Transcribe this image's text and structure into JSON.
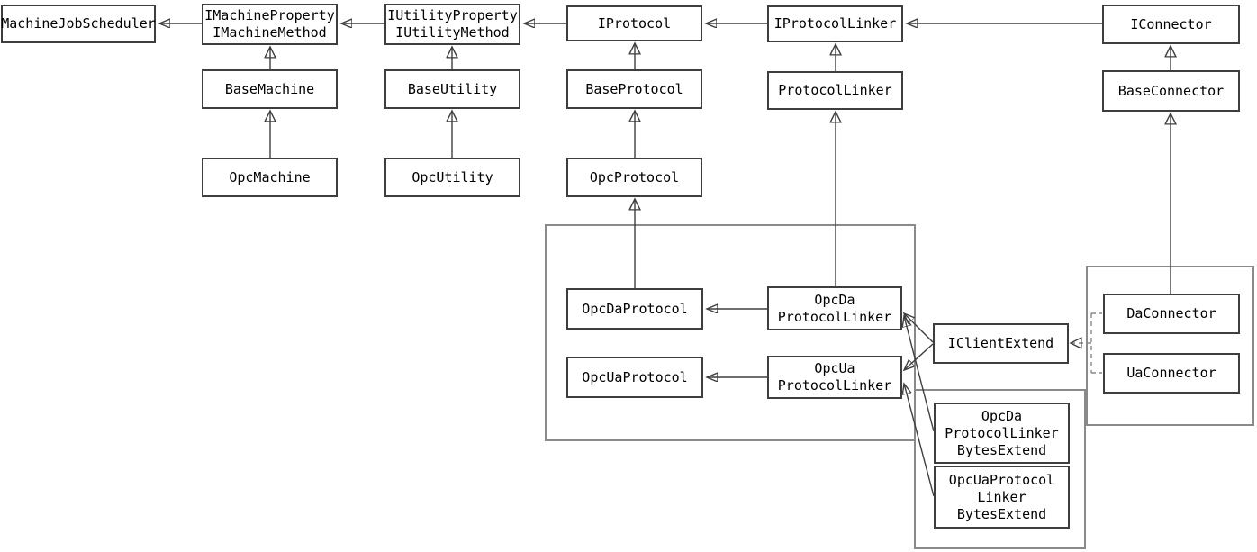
{
  "diagram": {
    "type": "uml-class-diagram",
    "background": "#ffffff",
    "colors": {
      "box_border": "#3e3e3e",
      "group_border": "#8a8a8a",
      "line": "#3f3f3f",
      "arrow_fill": "#111111",
      "text": "#000000"
    },
    "nodes": {
      "machine_job_scheduler": {
        "label": "MachineJobScheduler"
      },
      "i_machine": {
        "label": "IMachineProperty\nIMachineMethod"
      },
      "base_machine": {
        "label": "BaseMachine"
      },
      "opc_machine": {
        "label": "OpcMachine"
      },
      "i_utility": {
        "label": "IUtilityProperty\nIUtilityMethod"
      },
      "base_utility": {
        "label": "BaseUtility"
      },
      "opc_utility": {
        "label": "OpcUtility"
      },
      "i_protocol": {
        "label": "IProtocol"
      },
      "base_protocol": {
        "label": "BaseProtocol"
      },
      "opc_protocol": {
        "label": "OpcProtocol"
      },
      "i_protocol_linker": {
        "label": "IProtocolLinker"
      },
      "protocol_linker": {
        "label": "ProtocolLinker"
      },
      "i_connector": {
        "label": "IConnector"
      },
      "base_connector": {
        "label": "BaseConnector"
      },
      "opc_da_protocol": {
        "label": "OpcDaProtocol"
      },
      "opc_ua_protocol": {
        "label": "OpcUaProtocol"
      },
      "opc_da_protocol_linker": {
        "label": "OpcDa\nProtocolLinker"
      },
      "opc_ua_protocol_linker": {
        "label": "OpcUa\nProtocolLinker"
      },
      "i_client_extend": {
        "label": "IClientExtend"
      },
      "da_connector": {
        "label": "DaConnector"
      },
      "ua_connector": {
        "label": "UaConnector"
      },
      "opc_da_protocol_linker_bytes_extend": {
        "label": "OpcDa\nProtocolLinker\nBytesExtend"
      },
      "opc_ua_protocol_linker_bytes_extend": {
        "label": "OpcUaProtocol\nLinker\nBytesExtend"
      }
    },
    "edges": [
      {
        "from": "IMachineProperty/IMachineMethod",
        "to": "MachineJobScheduler",
        "type": "association"
      },
      {
        "from": "IUtilityProperty/IUtilityMethod",
        "to": "IMachineProperty/IMachineMethod",
        "type": "association"
      },
      {
        "from": "IProtocol",
        "to": "IUtilityProperty/IUtilityMethod",
        "type": "association"
      },
      {
        "from": "IProtocolLinker",
        "to": "IProtocol",
        "type": "association"
      },
      {
        "from": "IConnector",
        "to": "IProtocolLinker",
        "type": "association"
      },
      {
        "from": "BaseMachine",
        "to": "IMachineProperty/IMachineMethod",
        "type": "generalization"
      },
      {
        "from": "OpcMachine",
        "to": "BaseMachine",
        "type": "generalization"
      },
      {
        "from": "BaseUtility",
        "to": "IUtilityProperty/IUtilityMethod",
        "type": "generalization"
      },
      {
        "from": "OpcUtility",
        "to": "BaseUtility",
        "type": "generalization"
      },
      {
        "from": "BaseProtocol",
        "to": "IProtocol",
        "type": "generalization"
      },
      {
        "from": "OpcProtocol",
        "to": "BaseProtocol",
        "type": "generalization"
      },
      {
        "from": "OpcDaProtocol",
        "to": "OpcProtocol",
        "type": "generalization"
      },
      {
        "from": "ProtocolLinker",
        "to": "IProtocolLinker",
        "type": "generalization"
      },
      {
        "from": "OpcDaProtocolLinker",
        "to": "ProtocolLinker",
        "type": "generalization"
      },
      {
        "from": "BaseConnector",
        "to": "IConnector",
        "type": "generalization"
      },
      {
        "from": "DaConnector",
        "to": "BaseConnector",
        "type": "generalization"
      },
      {
        "from": "OpcDaProtocolLinker",
        "to": "OpcDaProtocol",
        "type": "association"
      },
      {
        "from": "OpcUaProtocolLinker",
        "to": "OpcUaProtocol",
        "type": "association"
      },
      {
        "from": "IClientExtend",
        "to": "OpcDaProtocolLinker",
        "type": "association"
      },
      {
        "from": "IClientExtend",
        "to": "OpcUaProtocolLinker",
        "type": "association"
      },
      {
        "from": "OpcDaProtocolLinkerBytesExtend",
        "to": "OpcDaProtocolLinker",
        "type": "association"
      },
      {
        "from": "OpcUaProtocolLinkerBytesExtend",
        "to": "OpcUaProtocolLinker",
        "type": "association"
      },
      {
        "from": "DaConnector",
        "to": "IClientExtend",
        "type": "realization"
      },
      {
        "from": "UaConnector",
        "to": "IClientExtend",
        "type": "realization"
      }
    ]
  }
}
